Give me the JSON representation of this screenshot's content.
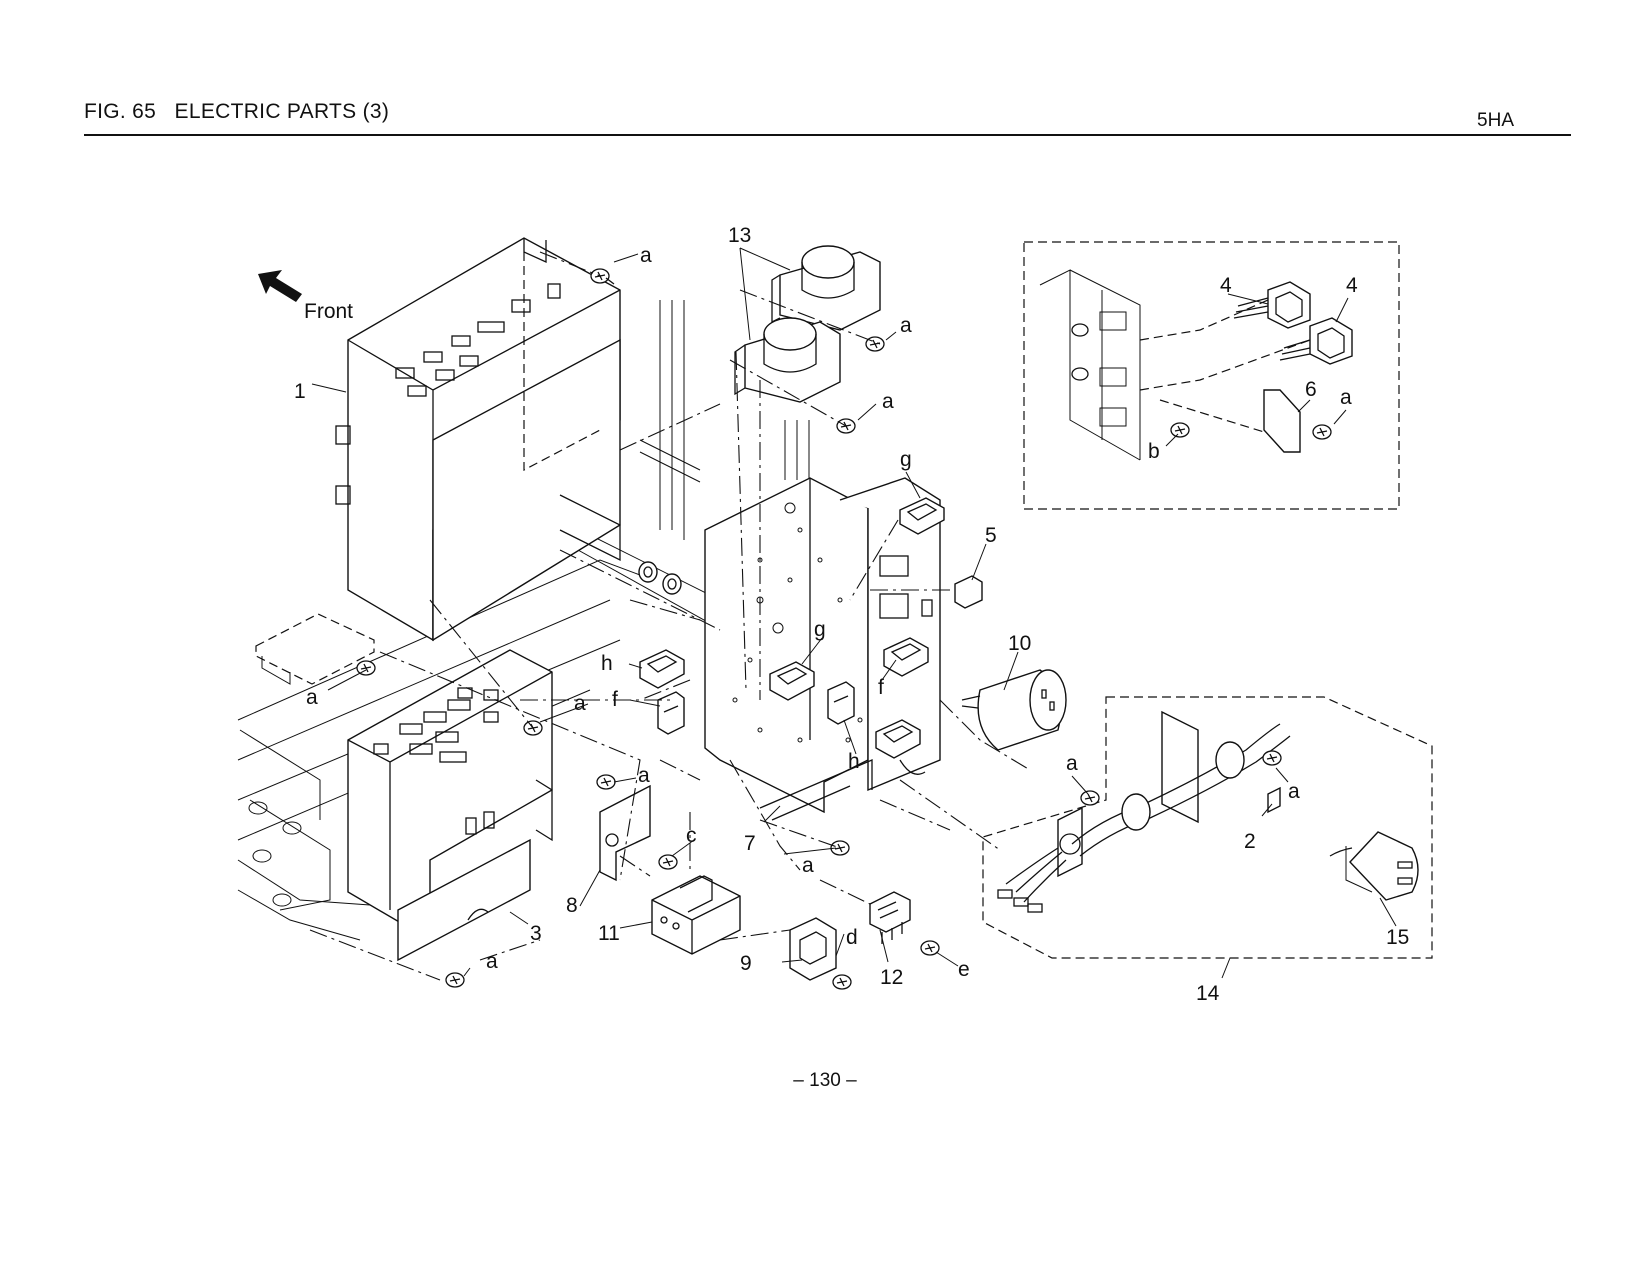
{
  "header": {
    "figure_title": "FIG. 65   ELECTRIC PARTS (3)",
    "model_code": "5HA"
  },
  "diagram": {
    "front_label": "Front",
    "callouts": [
      {
        "id": "c-13",
        "text": "13"
      },
      {
        "id": "c-a1",
        "text": "a"
      },
      {
        "id": "c-a2",
        "text": "a"
      },
      {
        "id": "c-a3",
        "text": "a"
      },
      {
        "id": "c-1",
        "text": "1"
      },
      {
        "id": "c-g1",
        "text": "g"
      },
      {
        "id": "c-5",
        "text": "5"
      },
      {
        "id": "c-4a",
        "text": "4"
      },
      {
        "id": "c-4b",
        "text": "4"
      },
      {
        "id": "c-6",
        "text": "6"
      },
      {
        "id": "c-a4",
        "text": "a"
      },
      {
        "id": "c-b",
        "text": "b"
      },
      {
        "id": "c-10",
        "text": "10"
      },
      {
        "id": "c-a5",
        "text": "a"
      },
      {
        "id": "c-a6",
        "text": "a"
      },
      {
        "id": "c-h1",
        "text": "h"
      },
      {
        "id": "c-g2",
        "text": "g"
      },
      {
        "id": "c-f1",
        "text": "f"
      },
      {
        "id": "c-f2",
        "text": "f"
      },
      {
        "id": "c-h2",
        "text": "h"
      },
      {
        "id": "c-a7",
        "text": "a"
      },
      {
        "id": "c-a8",
        "text": "a"
      },
      {
        "id": "c-a9",
        "text": "a"
      },
      {
        "id": "c-2",
        "text": "2"
      },
      {
        "id": "c-7",
        "text": "7"
      },
      {
        "id": "c-a10",
        "text": "a"
      },
      {
        "id": "c-c",
        "text": "c"
      },
      {
        "id": "c-8",
        "text": "8"
      },
      {
        "id": "c-3",
        "text": "3"
      },
      {
        "id": "c-11",
        "text": "11"
      },
      {
        "id": "c-d",
        "text": "d"
      },
      {
        "id": "c-9",
        "text": "9"
      },
      {
        "id": "c-12",
        "text": "12"
      },
      {
        "id": "c-e",
        "text": "e"
      },
      {
        "id": "c-a11",
        "text": "a"
      },
      {
        "id": "c-15",
        "text": "15"
      },
      {
        "id": "c-14",
        "text": "14"
      }
    ]
  },
  "footer": {
    "page_number": "– 130 –"
  }
}
